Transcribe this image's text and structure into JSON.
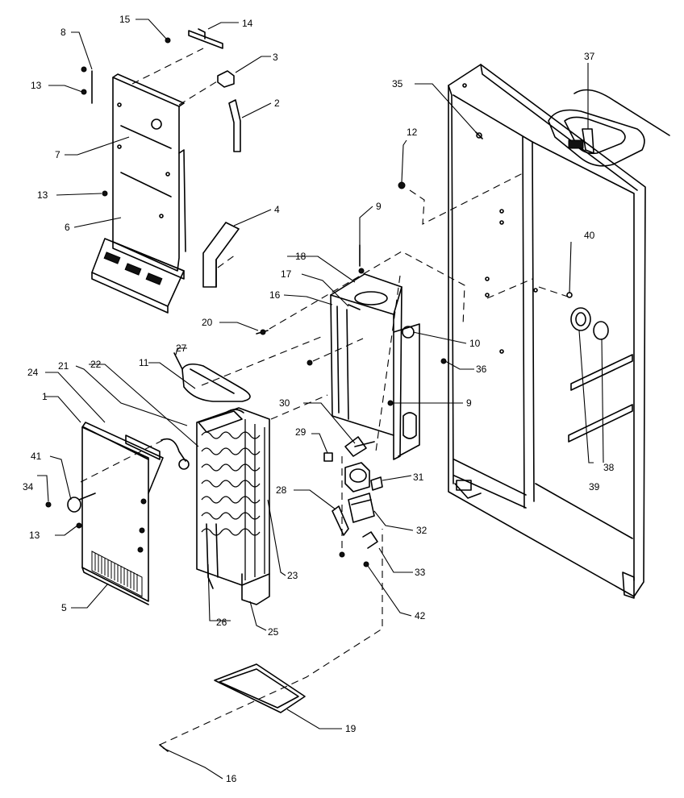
{
  "diagram": {
    "callouts": {
      "c1": "1",
      "c2": "2",
      "c3": "3",
      "c4": "4",
      "c5": "5",
      "c6": "6",
      "c7": "7",
      "c8": "8",
      "c9a": "9",
      "c9b": "9",
      "c10": "10",
      "c11": "11",
      "c12": "12",
      "c13a": "13",
      "c13b": "13",
      "c13c": "13",
      "c14": "14",
      "c15": "15",
      "c16a": "16",
      "c16b": "16",
      "c17": "17",
      "c18": "18",
      "c19": "19",
      "c20": "20",
      "c21": "21",
      "c22": "22",
      "c23": "23",
      "c24": "24",
      "c25": "25",
      "c26": "26",
      "c27": "27",
      "c28": "28",
      "c29": "29",
      "c30": "30",
      "c31": "31",
      "c32": "32",
      "c33": "33",
      "c34": "34",
      "c35": "35",
      "c36": "36",
      "c37": "37",
      "c38": "38",
      "c39": "39",
      "c40": "40",
      "c41": "41",
      "c42": "42"
    }
  }
}
